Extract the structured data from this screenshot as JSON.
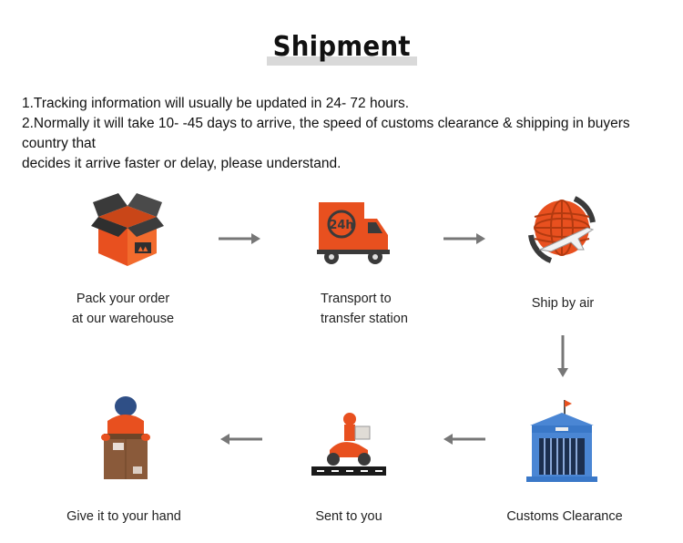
{
  "title": "Shipment",
  "notes": [
    "1.Tracking information will usually be updated in 24- 72 hours.",
    "2.Normally it will take 10- -45 days to arrive, the speed of customs clearance & shipping in buyers country that",
    "decides it arrive faster or delay, please understand."
  ],
  "steps": {
    "pack": {
      "line1": "Pack your order",
      "line2": "at our warehouse",
      "icon": "package-box-icon"
    },
    "transport": {
      "line1": "Transport to",
      "line2": "transfer station",
      "icon": "delivery-truck-icon",
      "badge": "24h"
    },
    "air": {
      "line1": "Ship by air",
      "icon": "globe-airplane-icon"
    },
    "customs": {
      "line1": "Customs Clearance",
      "icon": "customs-building-icon"
    },
    "sent": {
      "line1": "Sent to you",
      "icon": "courier-scooter-icon"
    },
    "hand": {
      "line1": "Give it to your hand",
      "icon": "courier-carrying-box-icon"
    }
  },
  "colors": {
    "accent": "#e8501f",
    "dark": "#3a3a3a",
    "arrow": "#777777",
    "blue": "#3a78c8"
  }
}
